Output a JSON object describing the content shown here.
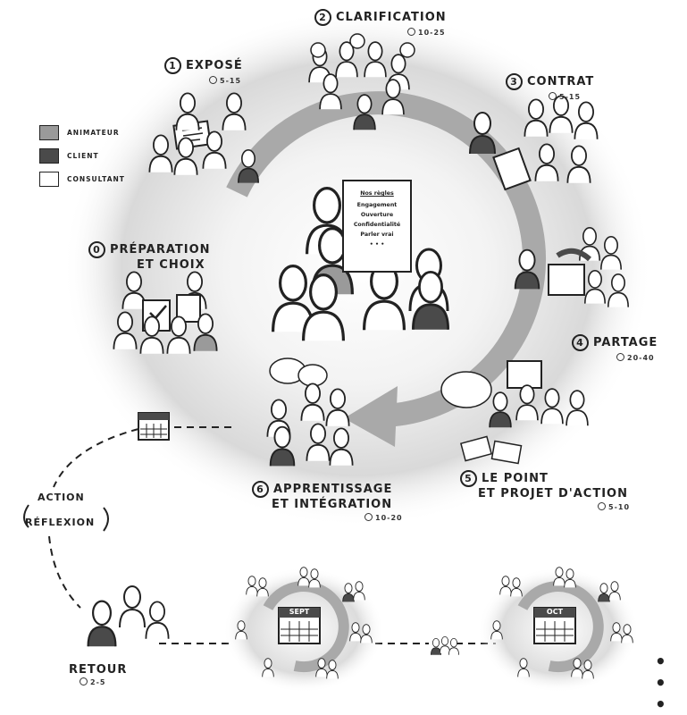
{
  "legend": [
    {
      "label": "ANIMATEUR",
      "color": "#9a9a9a"
    },
    {
      "label": "CLIENT",
      "color": "#4a4a4a"
    },
    {
      "label": "CONSULTANT",
      "color": "#ffffff"
    }
  ],
  "steps": [
    {
      "num": "0",
      "line1": "PRÉPARATION",
      "line2": "ET CHOIX",
      "duration": ""
    },
    {
      "num": "1",
      "line1": "EXPOSÉ",
      "line2": "",
      "duration": "5-15"
    },
    {
      "num": "2",
      "line1": "CLARIFICATION",
      "line2": "",
      "duration": "10-25"
    },
    {
      "num": "3",
      "line1": "CONTRAT",
      "line2": "",
      "duration": "5-15"
    },
    {
      "num": "4",
      "line1": "PARTAGE",
      "line2": "",
      "duration": "20-40"
    },
    {
      "num": "5",
      "line1": "LE POINT",
      "line2": "ET PROJET D'ACTION",
      "duration": "5-10"
    },
    {
      "num": "6",
      "line1": "APPRENTISSAGE",
      "line2": "ET INTÉGRATION",
      "duration": "10-20"
    }
  ],
  "rules_board": {
    "title": "Nos règles",
    "items": [
      "Engagement",
      "Ouverture",
      "Confidentialité",
      "Parler vrai",
      "• • •"
    ]
  },
  "cycle": {
    "action": "ACTION",
    "reflexion": "RÉFLEXION"
  },
  "retour": {
    "label": "RETOUR",
    "duration": "2-5"
  },
  "calendars": {
    "first": "SEPT",
    "second": "OCT"
  },
  "ellipsis": "• • •",
  "colors": {
    "animateur": "#9a9a9a",
    "client": "#4a4a4a",
    "consultant": "#ffffff",
    "arrow": "#a9a9a9"
  }
}
